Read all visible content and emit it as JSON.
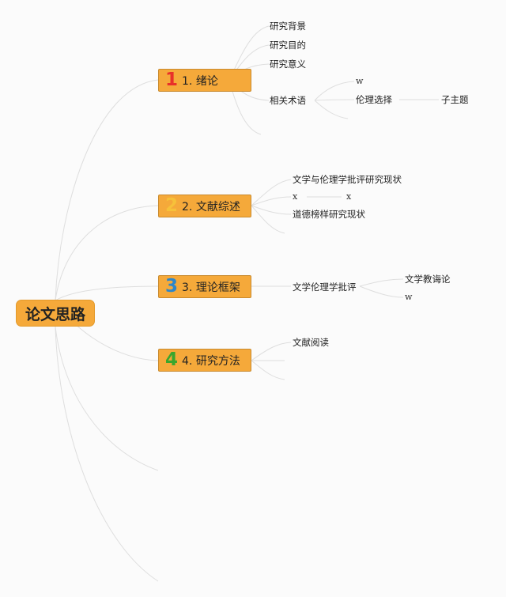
{
  "root": {
    "label": "论文思路"
  },
  "branches": [
    {
      "num": "1",
      "label": "1. 绪论",
      "num_color": "#e8302a"
    },
    {
      "num": "2",
      "label": "2. 文献综述",
      "num_color": "#f6c13a"
    },
    {
      "num": "3",
      "label": "3. 理论框架",
      "num_color": "#2e86c8"
    },
    {
      "num": "4",
      "label": "4. 研究方法",
      "num_color": "#3aa62d"
    }
  ],
  "topics": {
    "b1": [
      "研究背景",
      "研究目的",
      "研究意义",
      "相关术语"
    ],
    "b1_sub": [
      "w",
      "伦理选择",
      "子主题"
    ],
    "b2": [
      "文学与伦理学批评研究现状",
      "x",
      "x",
      "道德榜样研究现状"
    ],
    "b3": [
      "文学伦理学批评",
      "文学教诲论",
      "w"
    ],
    "b4": [
      "文献阅读"
    ]
  },
  "colors": {
    "node_fill": "#f5a93a",
    "edge": "#dedede",
    "background": "#fbfbfb"
  }
}
